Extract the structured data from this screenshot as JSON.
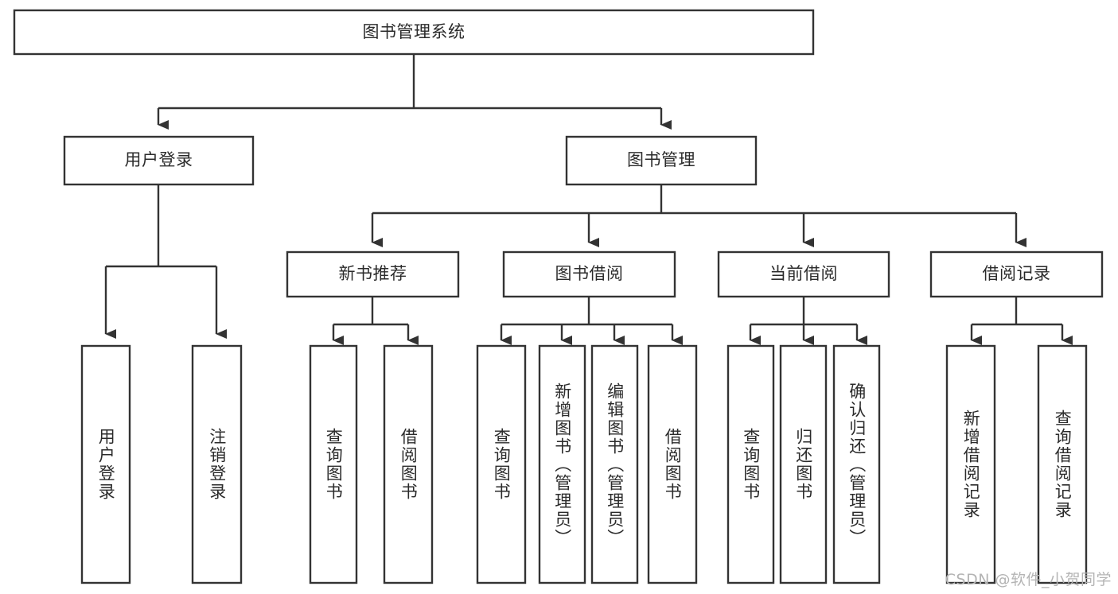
{
  "diagram": {
    "title": "图书管理系统",
    "watermark": "CSDN @软件_小贺同学",
    "colors": {
      "stroke": "#333333",
      "box_fill": "#ffffff",
      "text": "#2b2b2b",
      "background": "#ffffff",
      "watermark": "#b4b4b4"
    },
    "nodes": {
      "root": {
        "label": "图书管理系统",
        "orientation": "horizontal"
      },
      "user_login": {
        "label": "用户登录",
        "orientation": "horizontal"
      },
      "book_manage": {
        "label": "图书管理",
        "orientation": "horizontal"
      },
      "new_book_rec": {
        "label": "新书推荐",
        "orientation": "horizontal"
      },
      "book_borrow": {
        "label": "图书借阅",
        "orientation": "horizontal"
      },
      "current_borrow": {
        "label": "当前借阅",
        "orientation": "horizontal"
      },
      "borrow_record": {
        "label": "借阅记录",
        "orientation": "horizontal"
      },
      "leaf_user_login": {
        "label": "用户登录",
        "orientation": "vertical"
      },
      "leaf_logout": {
        "label": "注销登录",
        "orientation": "vertical"
      },
      "leaf_query_book_1": {
        "label": "查询图书",
        "orientation": "vertical"
      },
      "leaf_borrow_book_1": {
        "label": "借阅图书",
        "orientation": "vertical"
      },
      "leaf_query_book_2": {
        "label": "查询图书",
        "orientation": "vertical"
      },
      "leaf_add_book": {
        "label": "新增图书（管理员）",
        "orientation": "vertical"
      },
      "leaf_edit_book": {
        "label": "编辑图书（管理员）",
        "orientation": "vertical"
      },
      "leaf_borrow_book_2": {
        "label": "借阅图书",
        "orientation": "vertical"
      },
      "leaf_query_book_3": {
        "label": "查询图书",
        "orientation": "vertical"
      },
      "leaf_return_book": {
        "label": "归还图书",
        "orientation": "vertical"
      },
      "leaf_confirm_return": {
        "label": "确认归还（管理员）",
        "orientation": "vertical"
      },
      "leaf_add_record": {
        "label": "新增借阅记录",
        "orientation": "vertical"
      },
      "leaf_query_record": {
        "label": "查询借阅记录",
        "orientation": "vertical"
      }
    }
  }
}
